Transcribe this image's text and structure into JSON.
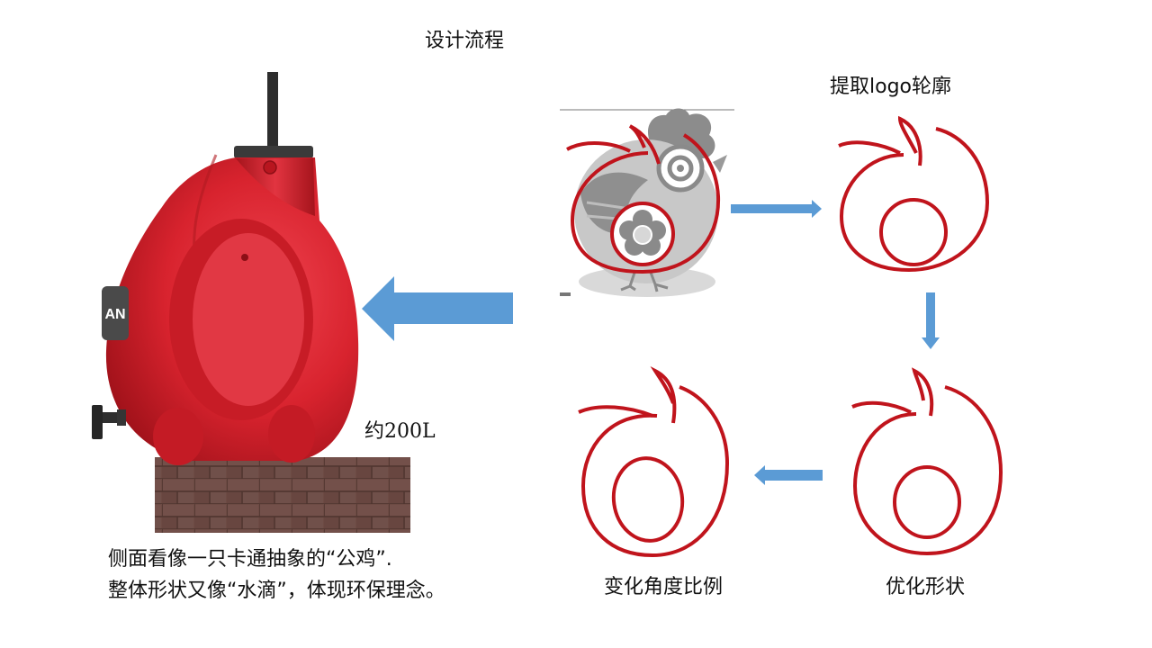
{
  "slide": {
    "title": "设计流程",
    "steps": {
      "extract": "提取logo轮廓",
      "optimize": "优化形状",
      "vary": "变化角度比例"
    },
    "product": {
      "volume": "约200L",
      "brand_text": "AN",
      "description_lines": [
        "侧面看像一只卡通抽象的“公鸡”.",
        "整体形状又像“水滴”，体现环保理念。"
      ]
    },
    "colors": {
      "accent_red": "#c0141c",
      "tank_red": "#d8232e",
      "arrow_blue": "#5b9bd5",
      "brick": "#6b4a43"
    }
  }
}
